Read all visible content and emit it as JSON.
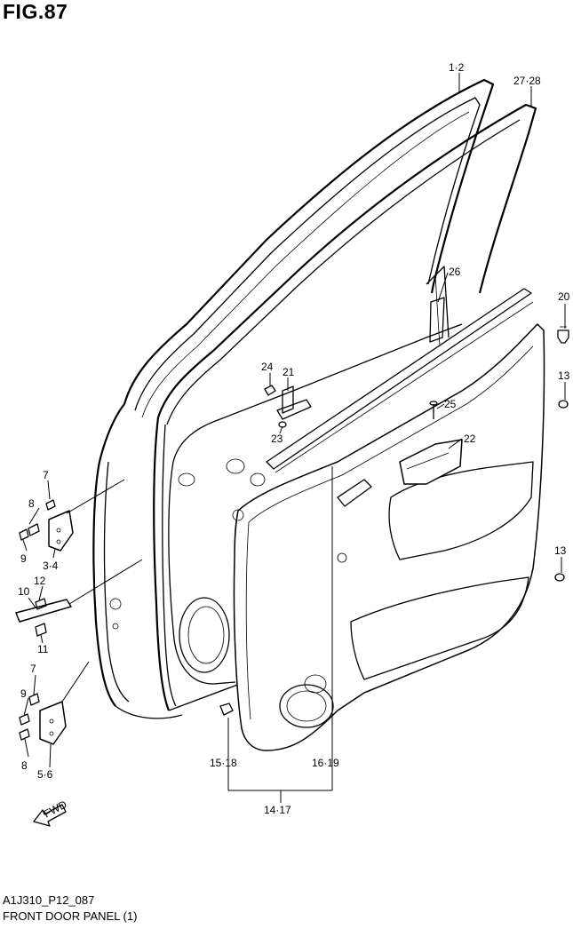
{
  "figure_title": "FIG.87",
  "drawing_code": "A1J310_P12_087",
  "drawing_name": "FRONT DOOR PANEL (1)",
  "fwd_mark": "FWD",
  "callouts": {
    "c1_2": "1·2",
    "c27_28": "27·28",
    "c26": "26",
    "c20": "20",
    "c13a": "13",
    "c13b": "13",
    "c24": "24",
    "c21": "21",
    "c23": "23",
    "c25": "25",
    "c22": "22",
    "c7a": "7",
    "c8a": "8",
    "c9a": "9",
    "c3_4": "3·4",
    "c12": "12",
    "c10": "10",
    "c11": "11",
    "c7b": "7",
    "c9b": "9",
    "c8b": "8",
    "c5_6": "5·6",
    "c15_18": "15·18",
    "c16_19": "16·19",
    "c14_17": "14·17"
  }
}
